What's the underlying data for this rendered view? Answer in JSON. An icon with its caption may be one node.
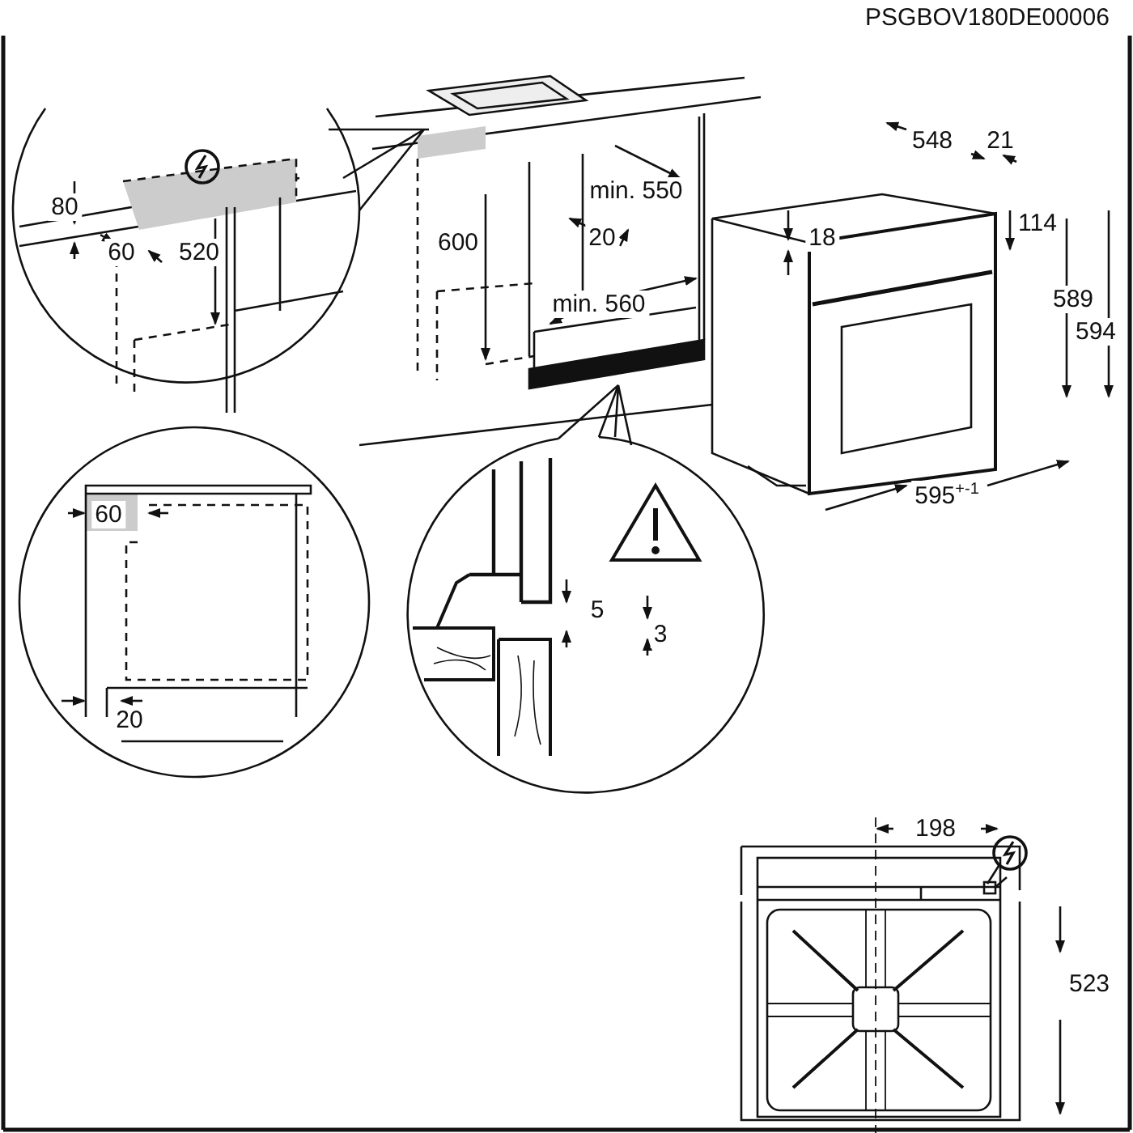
{
  "diagram": {
    "labels": [
      "PSGBOV180DE00006",
      "80",
      "60",
      "520",
      "600",
      "min. 550",
      "20",
      "min. 560",
      "548",
      "21",
      "114",
      "18",
      "589",
      "594",
      "595$^{+-1}$",
      "60",
      "20",
      "5",
      "3",
      "198",
      "523"
    ]
  }
}
